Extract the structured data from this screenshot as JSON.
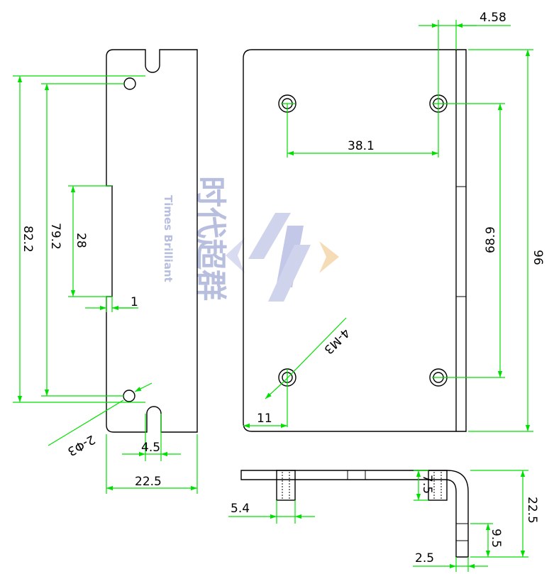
{
  "watermark": {
    "company_cn": "时代超群",
    "company_en": "Times Brilliant",
    "colors": {
      "text": "#b8bfde",
      "logo_blue": "#c9cde8",
      "logo_orange": "#f6dcb6"
    }
  },
  "colors": {
    "dimension": "#00e000",
    "outline": "#000000",
    "text": "#000000"
  },
  "side_view": {
    "height_total": "82.2",
    "height_holes": "79.2",
    "notch_height": "28",
    "notch_depth": "1",
    "slot_width": "4.5",
    "width": "22.5",
    "hole_callout": "2-Φ3"
  },
  "front_view": {
    "hole_offset_top": "4.58",
    "hole_spacing_x": "38.1",
    "hole_spacing_y": "68.9",
    "height": "96",
    "thread_callout": "4-M3",
    "edge_offset": "11"
  },
  "bottom_view": {
    "flange_width": "5.4",
    "height": "22.5",
    "inner_height": "9.5",
    "thickness": "2.5",
    "standoff": "7.5"
  }
}
